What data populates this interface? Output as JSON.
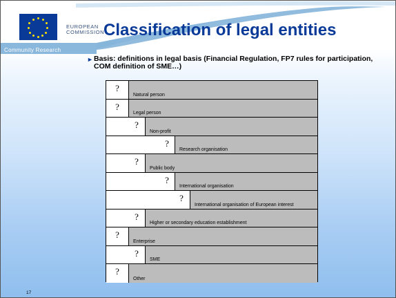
{
  "header": {
    "commission_line1": "EUROPEAN",
    "commission_line2": "COMMISSION",
    "community": "Community Research",
    "title": "Classification of legal entities"
  },
  "basis": "Basis: definitions in legal basis (Financial Regulation, FP7 rules for participation, COM definition of SME…)",
  "rows": [
    {
      "mark": "?",
      "label": "Natural person"
    },
    {
      "mark": "?",
      "label": "Legal person"
    },
    {
      "mark": "?",
      "label": "Non-profit"
    },
    {
      "mark": "?",
      "label": "Research organisation"
    },
    {
      "mark": "?",
      "label": "Public body"
    },
    {
      "mark": "?",
      "label": "International organisation"
    },
    {
      "mark": "?",
      "label": "International organisation of European interest"
    },
    {
      "mark": "?",
      "label": "Higher or secondary education establishment"
    },
    {
      "mark": "?",
      "label": "Enterprise"
    },
    {
      "mark": "?",
      "label": "SME"
    },
    {
      "mark": "?",
      "label": "Other"
    }
  ],
  "page_number": "17",
  "colors": {
    "title": "#0a3a98",
    "cell": "#bcbcbc",
    "indent": "#bcd9f7",
    "flag": "#0a3a98"
  }
}
